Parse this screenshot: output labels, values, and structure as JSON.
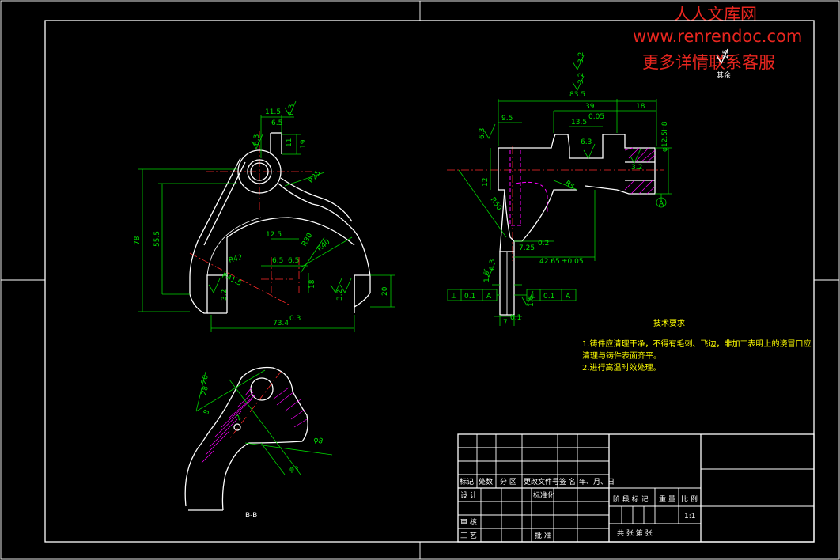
{
  "watermark": {
    "line1": "人人文库网",
    "line2": "www.renrendoc.com",
    "line3": "更多详情联系客服"
  },
  "colors": {
    "background": "#000000",
    "outline": "#ffffff",
    "dimension": "#00d400",
    "centerline": "#ff2a2a",
    "hidden": "#ff00ff",
    "notes": "#ffff00",
    "watermark": "#e8261f"
  },
  "roughness_other": "其余",
  "roughness_other_value": "25",
  "front_view": {
    "dims": {
      "d_top_width": "11.5",
      "d_top_width2": "6.5",
      "d_rough_top": "6.3",
      "d_11": "11",
      "d_19": "19",
      "d_r25": "R25",
      "d_78": "78",
      "d_55": "55.5",
      "d_12_5": "12.5",
      "d_r30": "R30",
      "d_r40": "R40",
      "d_r42": "R42",
      "d_6_5a": "6.5",
      "d_6_5b": "6.5",
      "d_r41": "R41.5",
      "d_18": "18",
      "d_3_2a": "3.2",
      "d_3_2b": "3.2",
      "d_20": "20",
      "d_73": "73.4",
      "d_73_tol": "0.3"
    }
  },
  "side_view": {
    "dims": {
      "s_3_2": "3.2",
      "s_3_2b": "3.2",
      "s_83": "83.5",
      "s_39": "39",
      "s_18": "18",
      "s_9_5": "9.5",
      "s_6_3": "6.3",
      "s_13_5": "13.5",
      "s_13_5_tol": "0.05",
      "s_6_3b": "6.3",
      "s_dia": "φ12.5H8",
      "s_3_2c": "3.2",
      "s_12": "12",
      "s_r50": "R50",
      "s_r5": "R5",
      "s_725": "7.25",
      "s_725_tol": "0.2",
      "s_42": "42.65",
      "s_42_tol": "±0.05",
      "s_6_3c": "6.3",
      "s_1_6a": "1.6",
      "s_1_6b": "1.6",
      "s_7": "7",
      "s_7_tol": "0.1",
      "datum": "A"
    },
    "tolerance_left": [
      "⊥",
      "0.1",
      "A"
    ],
    "tolerance_right": [
      "⊥",
      "0.1",
      "A"
    ]
  },
  "section_view": {
    "label": "B-B",
    "dims": {
      "b_28": "28",
      "b_20": "20",
      "b_8": "8",
      "b_dia": "φ8",
      "b_dia2": "φ3",
      "b_2": "2"
    }
  },
  "notes": {
    "title": "技术要求",
    "line1": "1.铸件应清理干净，不得有毛刺、飞边，非加工表明上的浇冒口应",
    "line2": "清理与铸件表面齐平。",
    "line3": "2.进行高温时效处理。"
  },
  "title_block": {
    "r1": [
      "标记",
      "处数",
      "分 区",
      "更改文件号",
      "签 名",
      "年、月、日"
    ],
    "design": "设 计",
    "standard": "标准化",
    "stage": "阶 段 标 记",
    "weight": "重 量",
    "ratio": "比 例",
    "ratio_value": "1:1",
    "review": "审 核",
    "process": "工 艺",
    "approve": "批 准",
    "sheets": "共   张   第   张"
  }
}
